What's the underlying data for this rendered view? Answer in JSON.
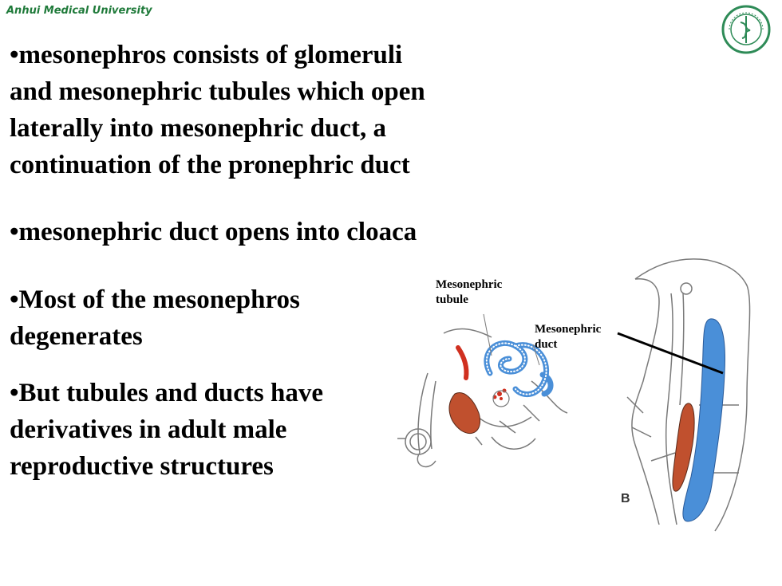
{
  "header": {
    "university": "Anhui Medical University"
  },
  "seal": {
    "icon": "university-seal-icon",
    "color": "#2e8b57"
  },
  "bullets": [
    {
      "lines": [
        "•mesonephros  consists of glomeruli",
        "and  mesonephric tubules which open",
        "laterally into mesonephric duct, a",
        "continuation of the pronephric duct"
      ]
    },
    {
      "lines": [
        "•mesonephric duct opens into cloaca"
      ]
    },
    {
      "lines": [
        "•Most of  the mesonephros",
        "degenerates"
      ]
    },
    {
      "lines": [
        "•But tubules and ducts have",
        "derivatives in adult male",
        "reproductive structures"
      ]
    }
  ],
  "diagram": {
    "label_tubule": [
      "Mesonephric",
      "tubule"
    ],
    "label_duct": [
      "Mesonephric",
      "duct"
    ],
    "panel_letter": "B",
    "colors": {
      "duct_blue": "#4a8fd8",
      "tissue_red": "#c0502e",
      "outline": "#7a7a7a"
    }
  }
}
